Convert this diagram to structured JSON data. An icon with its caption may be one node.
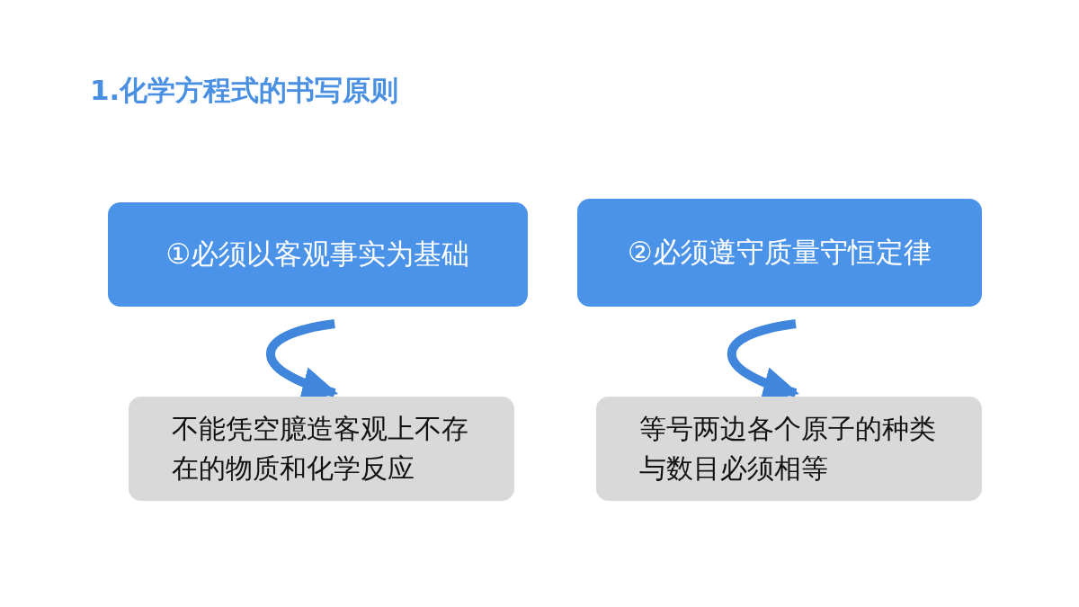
{
  "diagram": {
    "title": "1.化学方程式的书写原则",
    "nodes": [
      {
        "text": [
          "①必须以客观事实为基础"
        ]
      },
      {
        "text": [
          "②必须遵守质量守恒定律"
        ]
      },
      {
        "text": [
          "不能凭空臆造客观上不存在的物质和化学反应"
        ]
      },
      {
        "text": [
          "等号两边各个原子的种类与数目必须相等"
        ]
      }
    ],
    "edges": [
      {
        "from": 0,
        "to": 2,
        "arrow": "to"
      },
      {
        "from": 1,
        "to": 3,
        "arrow": "to"
      }
    ]
  }
}
